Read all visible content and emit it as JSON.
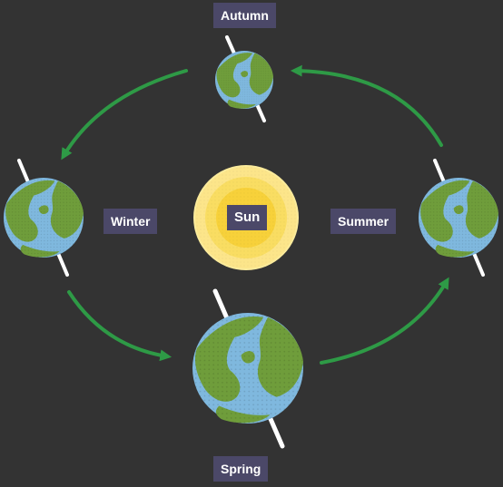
{
  "seasons": {
    "autumn": "Autumn",
    "winter": "Winter",
    "summer": "Summer",
    "spring": "Spring"
  },
  "sun": {
    "label": "Sun"
  },
  "colors": {
    "background": "#333333",
    "label_bg": "#4b4868",
    "label_text": "#ffffff",
    "arrow": "#2e9a46",
    "ocean": "#7fb8de",
    "land": "#6f9d3b",
    "axis": "#ffffff",
    "sun_outer": "#fbeb9b",
    "sun_inner": "#f7d13a"
  },
  "icons": {
    "earth": "earth-globe-icon",
    "sun": "sun-icon",
    "arrow": "orbit-arrow-icon"
  }
}
